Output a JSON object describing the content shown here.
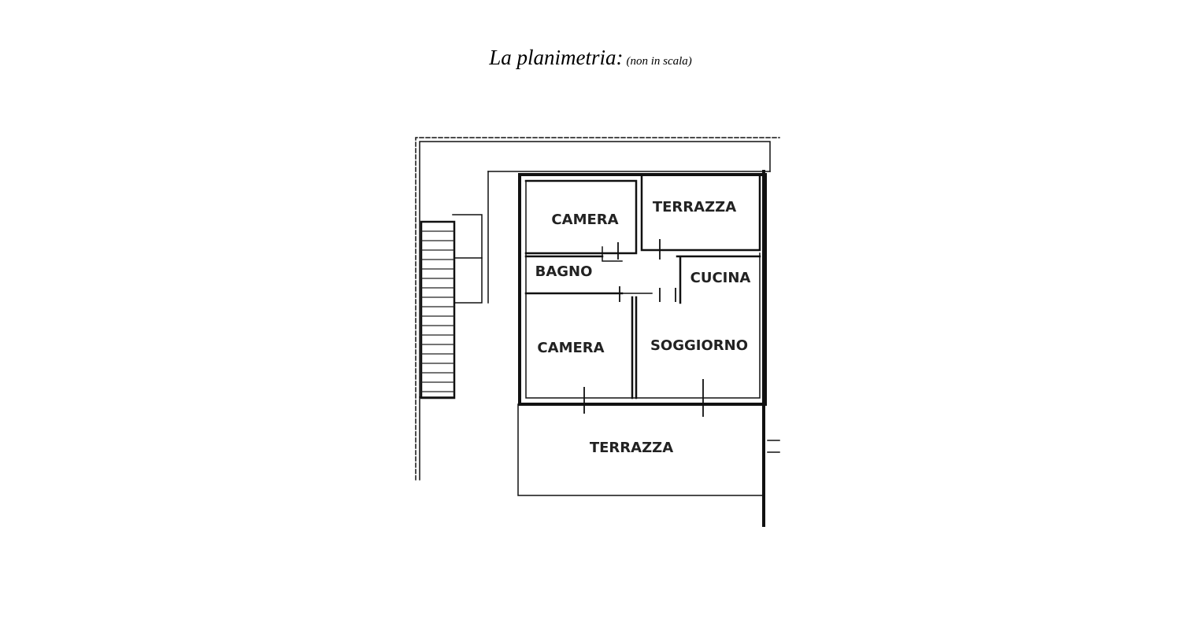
{
  "header": {
    "title": "La planimetria:",
    "note": "(non in scala)"
  },
  "rooms": {
    "camera_top": "CAMERA",
    "terrazza_top": "TERRAZZA",
    "bagno": "BAGNO",
    "cucina": "CUCINA",
    "camera_bottom": "CAMERA",
    "soggiorno": "SOGGIORNO",
    "terrazza_bottom": "TERRAZZA"
  },
  "colors": {
    "wall": "#111111",
    "label": "#222222",
    "background": "#ffffff"
  }
}
